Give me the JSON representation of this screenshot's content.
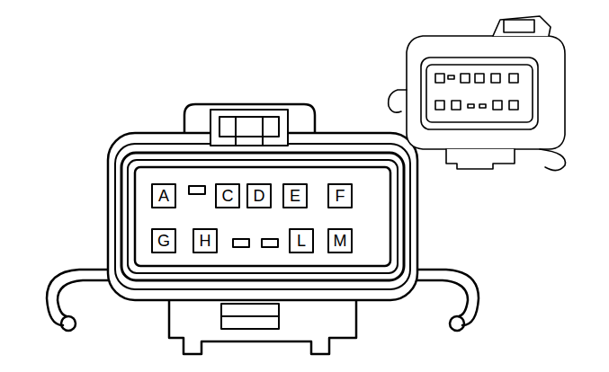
{
  "diagram": {
    "labels": [
      "A",
      "C",
      "D",
      "E",
      "F",
      "G",
      "H",
      "L",
      "M"
    ]
  }
}
